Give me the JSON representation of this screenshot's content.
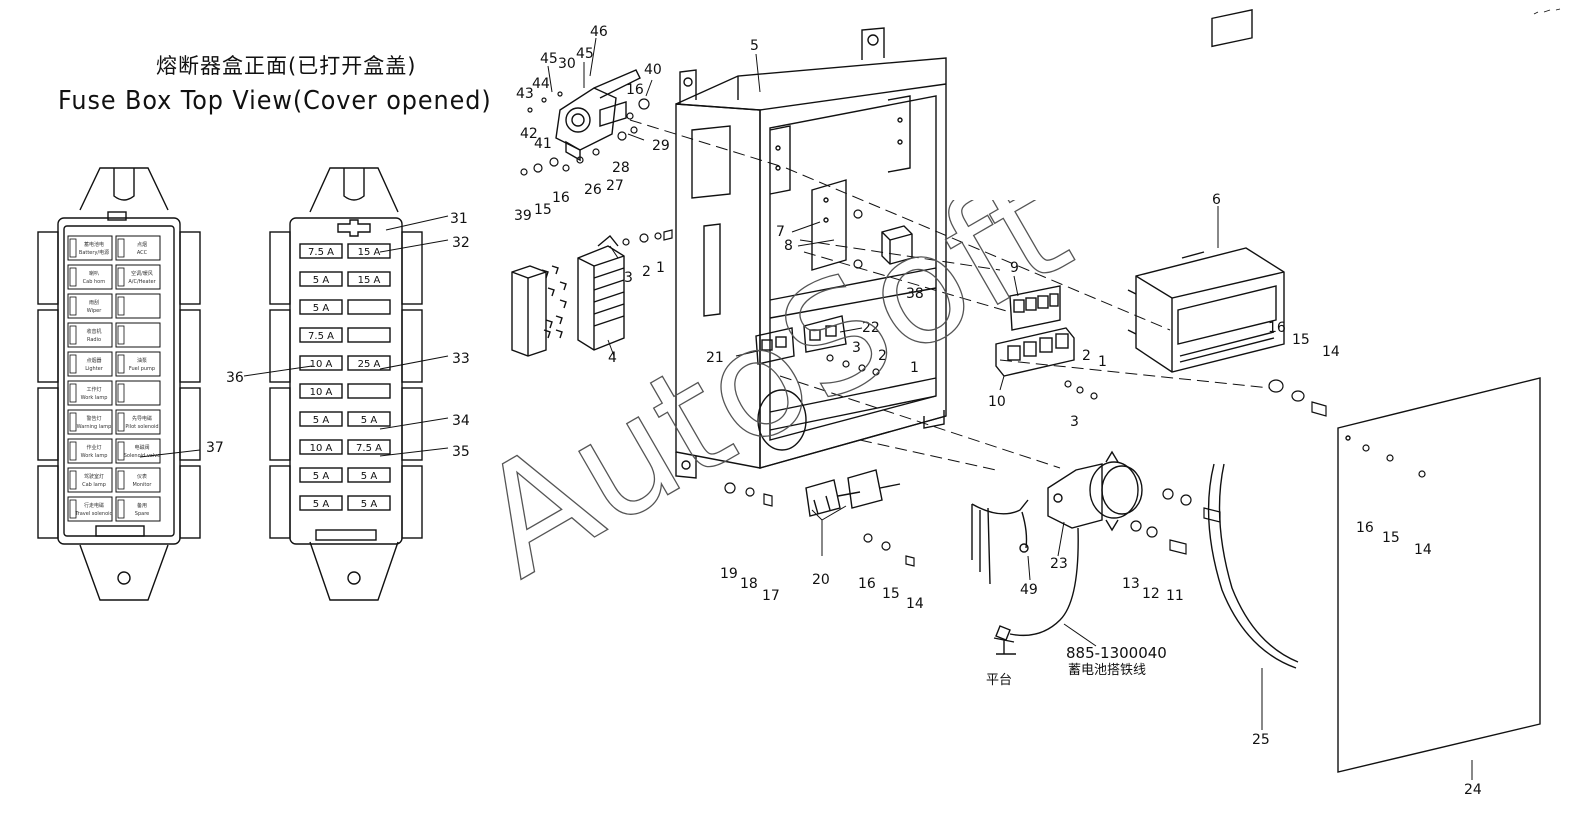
{
  "titles": {
    "cn": "熔断器盒正面(已打开盒盖)",
    "en": "Fuse Box Top View(Cover opened)"
  },
  "fuse_box_right": {
    "rows": [
      [
        "7.5 A",
        "15 A"
      ],
      [
        "5 A",
        "15 A"
      ],
      [
        "5 A",
        ""
      ],
      [
        "7.5 A",
        ""
      ],
      [
        "10 A",
        "25 A"
      ],
      [
        "10 A",
        ""
      ],
      [
        "5 A",
        "5 A"
      ],
      [
        "10 A",
        "7.5 A"
      ],
      [
        "5 A",
        "5 A"
      ],
      [
        "5 A",
        "5 A"
      ]
    ]
  },
  "fuse_box_left": {
    "rows": [
      [
        "蓄电池电\nBattery/电源",
        "点烟\nACC"
      ],
      [
        "喇叭\nCab horn",
        "空调/暖风\nA/C/Heater"
      ],
      [
        "雨刮\nWiper",
        ""
      ],
      [
        "收音机\nRadio",
        ""
      ],
      [
        "点烟器\nLighter",
        "油泵\nFuel pump"
      ],
      [
        "工作灯\nWork lamp",
        ""
      ],
      [
        "警告灯\nWarning lamp",
        "先导电磁\nPilot solenoid"
      ],
      [
        "作业灯\nWork lamp",
        "电磁阀\nSolenoid valve"
      ],
      [
        "驾驶室灯\nCab lamp",
        "仪表\nMonitor"
      ],
      [
        "行走电磁\nTravel solenoid",
        "备用\nSpare"
      ]
    ]
  },
  "callouts": {
    "n1": "1",
    "n2": "2",
    "n3": "3",
    "n4": "4",
    "n5": "5",
    "n6": "6",
    "n7": "7",
    "n8": "8",
    "n9": "9",
    "n10": "10",
    "n11": "11",
    "n12": "12",
    "n13": "13",
    "n14": "14",
    "n15": "15",
    "n16": "16",
    "n17": "17",
    "n18": "18",
    "n19": "19",
    "n20": "20",
    "n21": "21",
    "n22": "22",
    "n23": "23",
    "n24": "24",
    "n25": "25",
    "n26": "26",
    "n27": "27",
    "n28": "28",
    "n29": "29",
    "n30": "30",
    "n31": "31",
    "n32": "32",
    "n33": "33",
    "n34": "34",
    "n35": "35",
    "n36": "36",
    "n37": "37",
    "n38": "38",
    "n39": "39",
    "n40": "40",
    "n41": "41",
    "n42": "42",
    "n43": "43",
    "n44": "44",
    "n45": "45",
    "n46": "46",
    "n49": "49"
  },
  "cable": {
    "part_no": "885-1300040",
    "name_cn": "蓄电池搭铁线",
    "platform_cn": "平台"
  },
  "watermark": "AutoSoft"
}
